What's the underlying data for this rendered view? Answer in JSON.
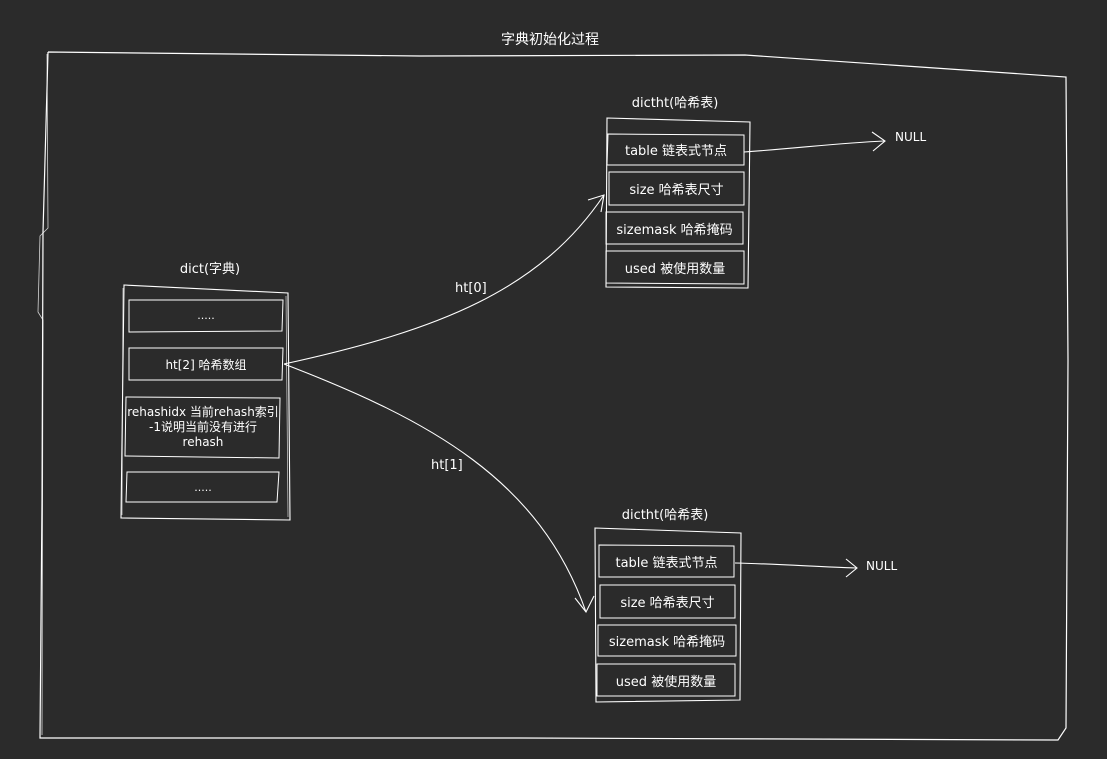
{
  "title": "字典初始化过程",
  "dict": {
    "label": "dict(字典)",
    "fields": [
      ".....",
      "ht[2] 哈希数组",
      "rehashidx 当前rehash索引\n-1说明当前没有进行\nrehash",
      "....."
    ]
  },
  "dictht_top": {
    "label": "dictht(哈希表)",
    "fields": [
      "table 链表式节点",
      "size 哈希表尺寸",
      "sizemask 哈希掩码",
      "used 被使用数量"
    ],
    "null_label": "NULL"
  },
  "dictht_bottom": {
    "label": "dictht(哈希表)",
    "fields": [
      "table 链表式节点",
      "size 哈希表尺寸",
      "sizemask 哈希掩码",
      "used 被使用数量"
    ],
    "null_label": "NULL"
  },
  "edges": {
    "ht0_label": "ht[0]",
    "ht1_label": "ht[1]"
  },
  "colors": {
    "background": "#2b2b2b",
    "stroke": "#ffffff"
  }
}
